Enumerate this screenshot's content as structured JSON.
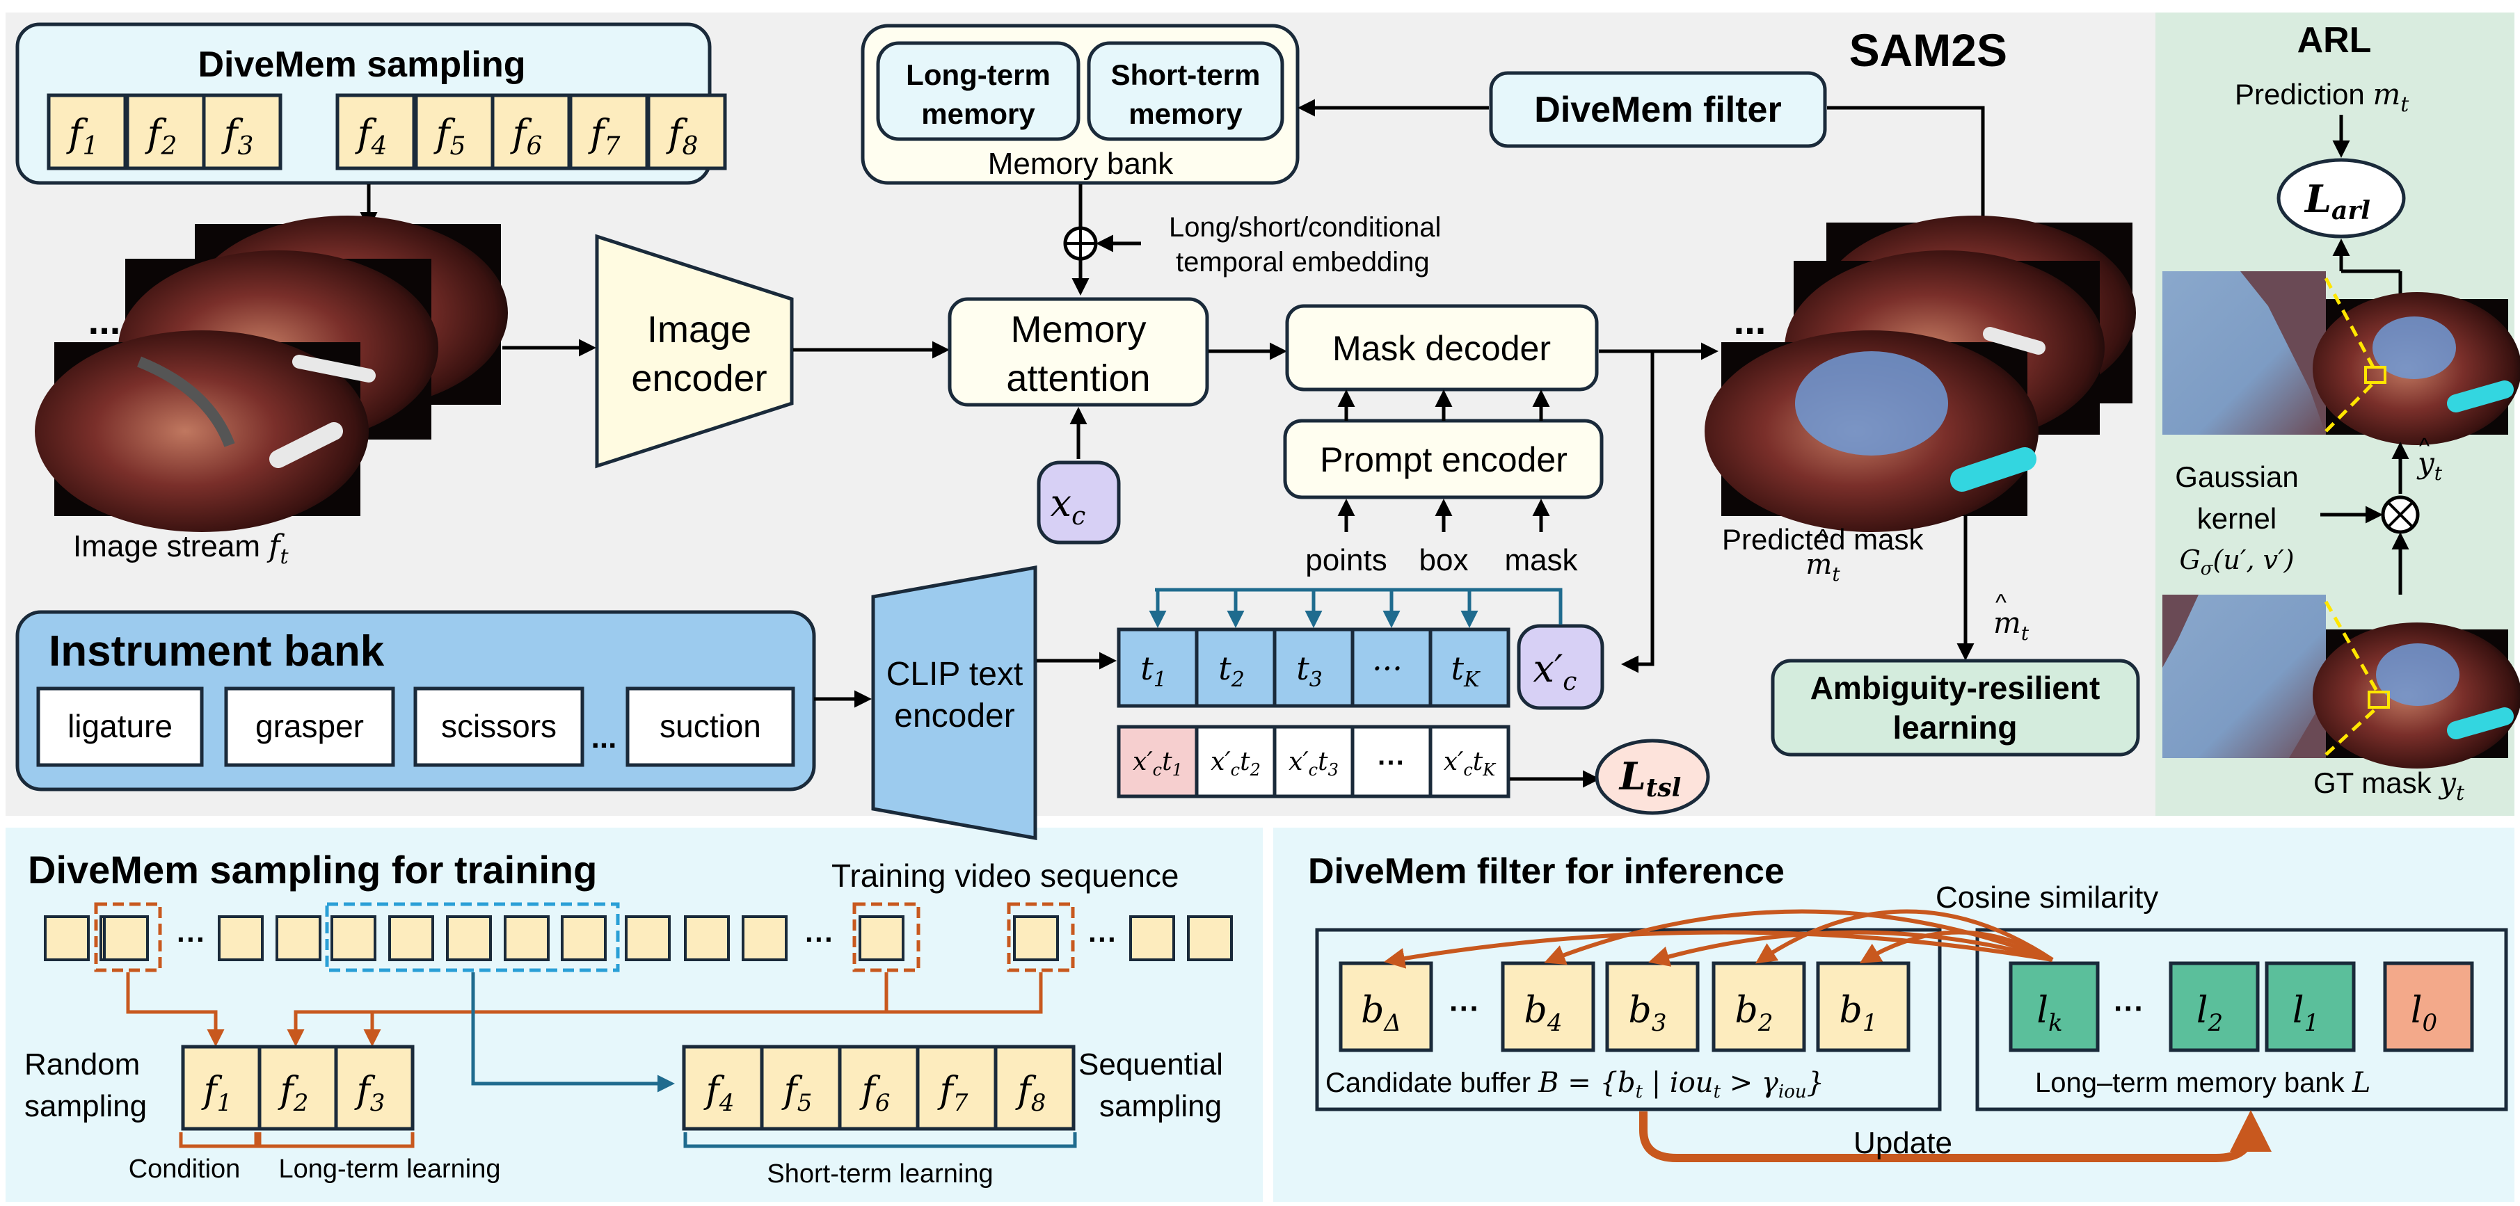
{
  "sam2s": {
    "title": "SAM2S",
    "sampling": {
      "title": "DiveMem sampling",
      "frames": [
        {
          "base": "f",
          "sub": "1"
        },
        {
          "base": "f",
          "sub": "2"
        },
        {
          "base": "f",
          "sub": "3"
        },
        {
          "base": "f",
          "sub": "4"
        },
        {
          "base": "f",
          "sub": "5"
        },
        {
          "base": "f",
          "sub": "6"
        },
        {
          "base": "f",
          "sub": "7"
        },
        {
          "base": "f",
          "sub": "8"
        }
      ]
    },
    "memory_bank": {
      "label": "Memory bank",
      "long_line1": "Long-term",
      "long_line2": "memory",
      "short_line1": "Short-term",
      "short_line2": "memory"
    },
    "filter_label": "DiveMem filter",
    "temporal_line1": "Long/short/conditional",
    "temporal_line2": "temporal embedding",
    "image_encoder_line1": "Image",
    "image_encoder_line2": "encoder",
    "memory_attention_line1": "Memory",
    "memory_attention_line2": "attention",
    "mask_decoder": "Mask decoder",
    "prompt_encoder": "Prompt encoder",
    "prompts": [
      "points",
      "box",
      "mask"
    ],
    "image_stream": {
      "label": "Image stream ",
      "var": "f",
      "sub": "t"
    },
    "dots": "...",
    "xc": {
      "base": "x",
      "sub": "c"
    },
    "xc_prime": {
      "base": "x",
      "prime": "′",
      "sub": "c"
    },
    "predicted_mask": {
      "line1": "Predicted mask",
      "var": "m",
      "sub": "t"
    },
    "m_hat": {
      "base": "m",
      "sub": "t"
    },
    "arl_box_line1": "Ambiguity-resilient",
    "arl_box_line2": "learning",
    "instrument_bank": {
      "title": "Instrument bank",
      "items": [
        "ligature",
        "grasper",
        "scissors",
        "suction"
      ],
      "ellipsis": "..."
    },
    "clip_line1": "CLIP text",
    "clip_line2": "encoder",
    "text_tokens": [
      {
        "base": "t",
        "sub": "1"
      },
      {
        "base": "t",
        "sub": "2"
      },
      {
        "base": "t",
        "sub": "3"
      },
      {
        "base": "···",
        "sub": ""
      },
      {
        "base": "t",
        "sub": "K"
      }
    ],
    "sim_tokens": [
      {
        "sub": "1"
      },
      {
        "sub": "2"
      },
      {
        "sub": "3"
      },
      {
        "sub": ""
      },
      {
        "sub": "K"
      }
    ],
    "l_tsl": {
      "base": "L",
      "sub": "tsl"
    }
  },
  "arl": {
    "title": "ARL",
    "prediction": {
      "label": "Prediction ",
      "var": "m",
      "sub": "t"
    },
    "l_arl": {
      "base": "L",
      "sub": "arl"
    },
    "y_hat": {
      "base": "y",
      "sub": "t"
    },
    "gauss_line1": "Gaussian",
    "gauss_line2": "kernel",
    "gauss_formula": "G",
    "gauss_sub": "σ",
    "gauss_args": "(u′, v′)",
    "gt": {
      "label": "GT mask ",
      "var": "y",
      "sub": "t"
    }
  },
  "training": {
    "title": "DiveMem sampling for training",
    "sequence_label": "Training video sequence",
    "dots": "···",
    "random_line1": "Random",
    "random_line2": "sampling",
    "sequential_line1": "Sequential",
    "sequential_line2": "sampling",
    "left_frames": [
      {
        "base": "f",
        "sub": "1"
      },
      {
        "base": "f",
        "sub": "2"
      },
      {
        "base": "f",
        "sub": "3"
      }
    ],
    "right_frames": [
      {
        "base": "f",
        "sub": "4"
      },
      {
        "base": "f",
        "sub": "5"
      },
      {
        "base": "f",
        "sub": "6"
      },
      {
        "base": "f",
        "sub": "7"
      },
      {
        "base": "f",
        "sub": "8"
      }
    ],
    "condition": "Condition",
    "long_term": "Long-term learning",
    "short_term": "Short-term learning"
  },
  "inference": {
    "title": "DiveMem filter for inference",
    "cosine": "Cosine similarity",
    "candidates": [
      {
        "base": "b",
        "sub": "Δ"
      },
      {
        "base": "···",
        "sub": ""
      },
      {
        "base": "b",
        "sub": "4"
      },
      {
        "base": "b",
        "sub": "3"
      },
      {
        "base": "b",
        "sub": "2"
      },
      {
        "base": "b",
        "sub": "1"
      }
    ],
    "buffer_label": "Candidate buffer ",
    "buffer_formula": "B = {b",
    "buffer_formula_sub": "t",
    "buffer_formula_mid": " | iou",
    "buffer_formula_sub2": "t",
    "buffer_formula_gt": " > γ",
    "buffer_formula_sub3": "iou",
    "buffer_formula_end": "}",
    "memory": [
      {
        "base": "l",
        "sub": "k"
      },
      {
        "base": "···",
        "sub": ""
      },
      {
        "base": "l",
        "sub": "2"
      },
      {
        "base": "l",
        "sub": "1"
      },
      {
        "base": "l",
        "sub": "0"
      }
    ],
    "bank_label": "Long–term memory bank ",
    "bank_var": "L",
    "update": "Update"
  },
  "colors": {
    "panel_gray": "#f0f0f0",
    "panel_cyan": "#e6f7fb",
    "panel_green": "#d9ecdf",
    "frame_fill": "#fdecbe",
    "box_fill": "#fffef0",
    "blue_fill": "#9ccbee",
    "lavender": "#d7d0f5",
    "pink": "#f6cfcf",
    "green_box": "#d4ecdd",
    "teal": "#5bbf9b",
    "salmon": "#f3a98a",
    "orange": "#c8581e",
    "steel": "#1f6b8e",
    "stroke": "#1a2a3a"
  }
}
